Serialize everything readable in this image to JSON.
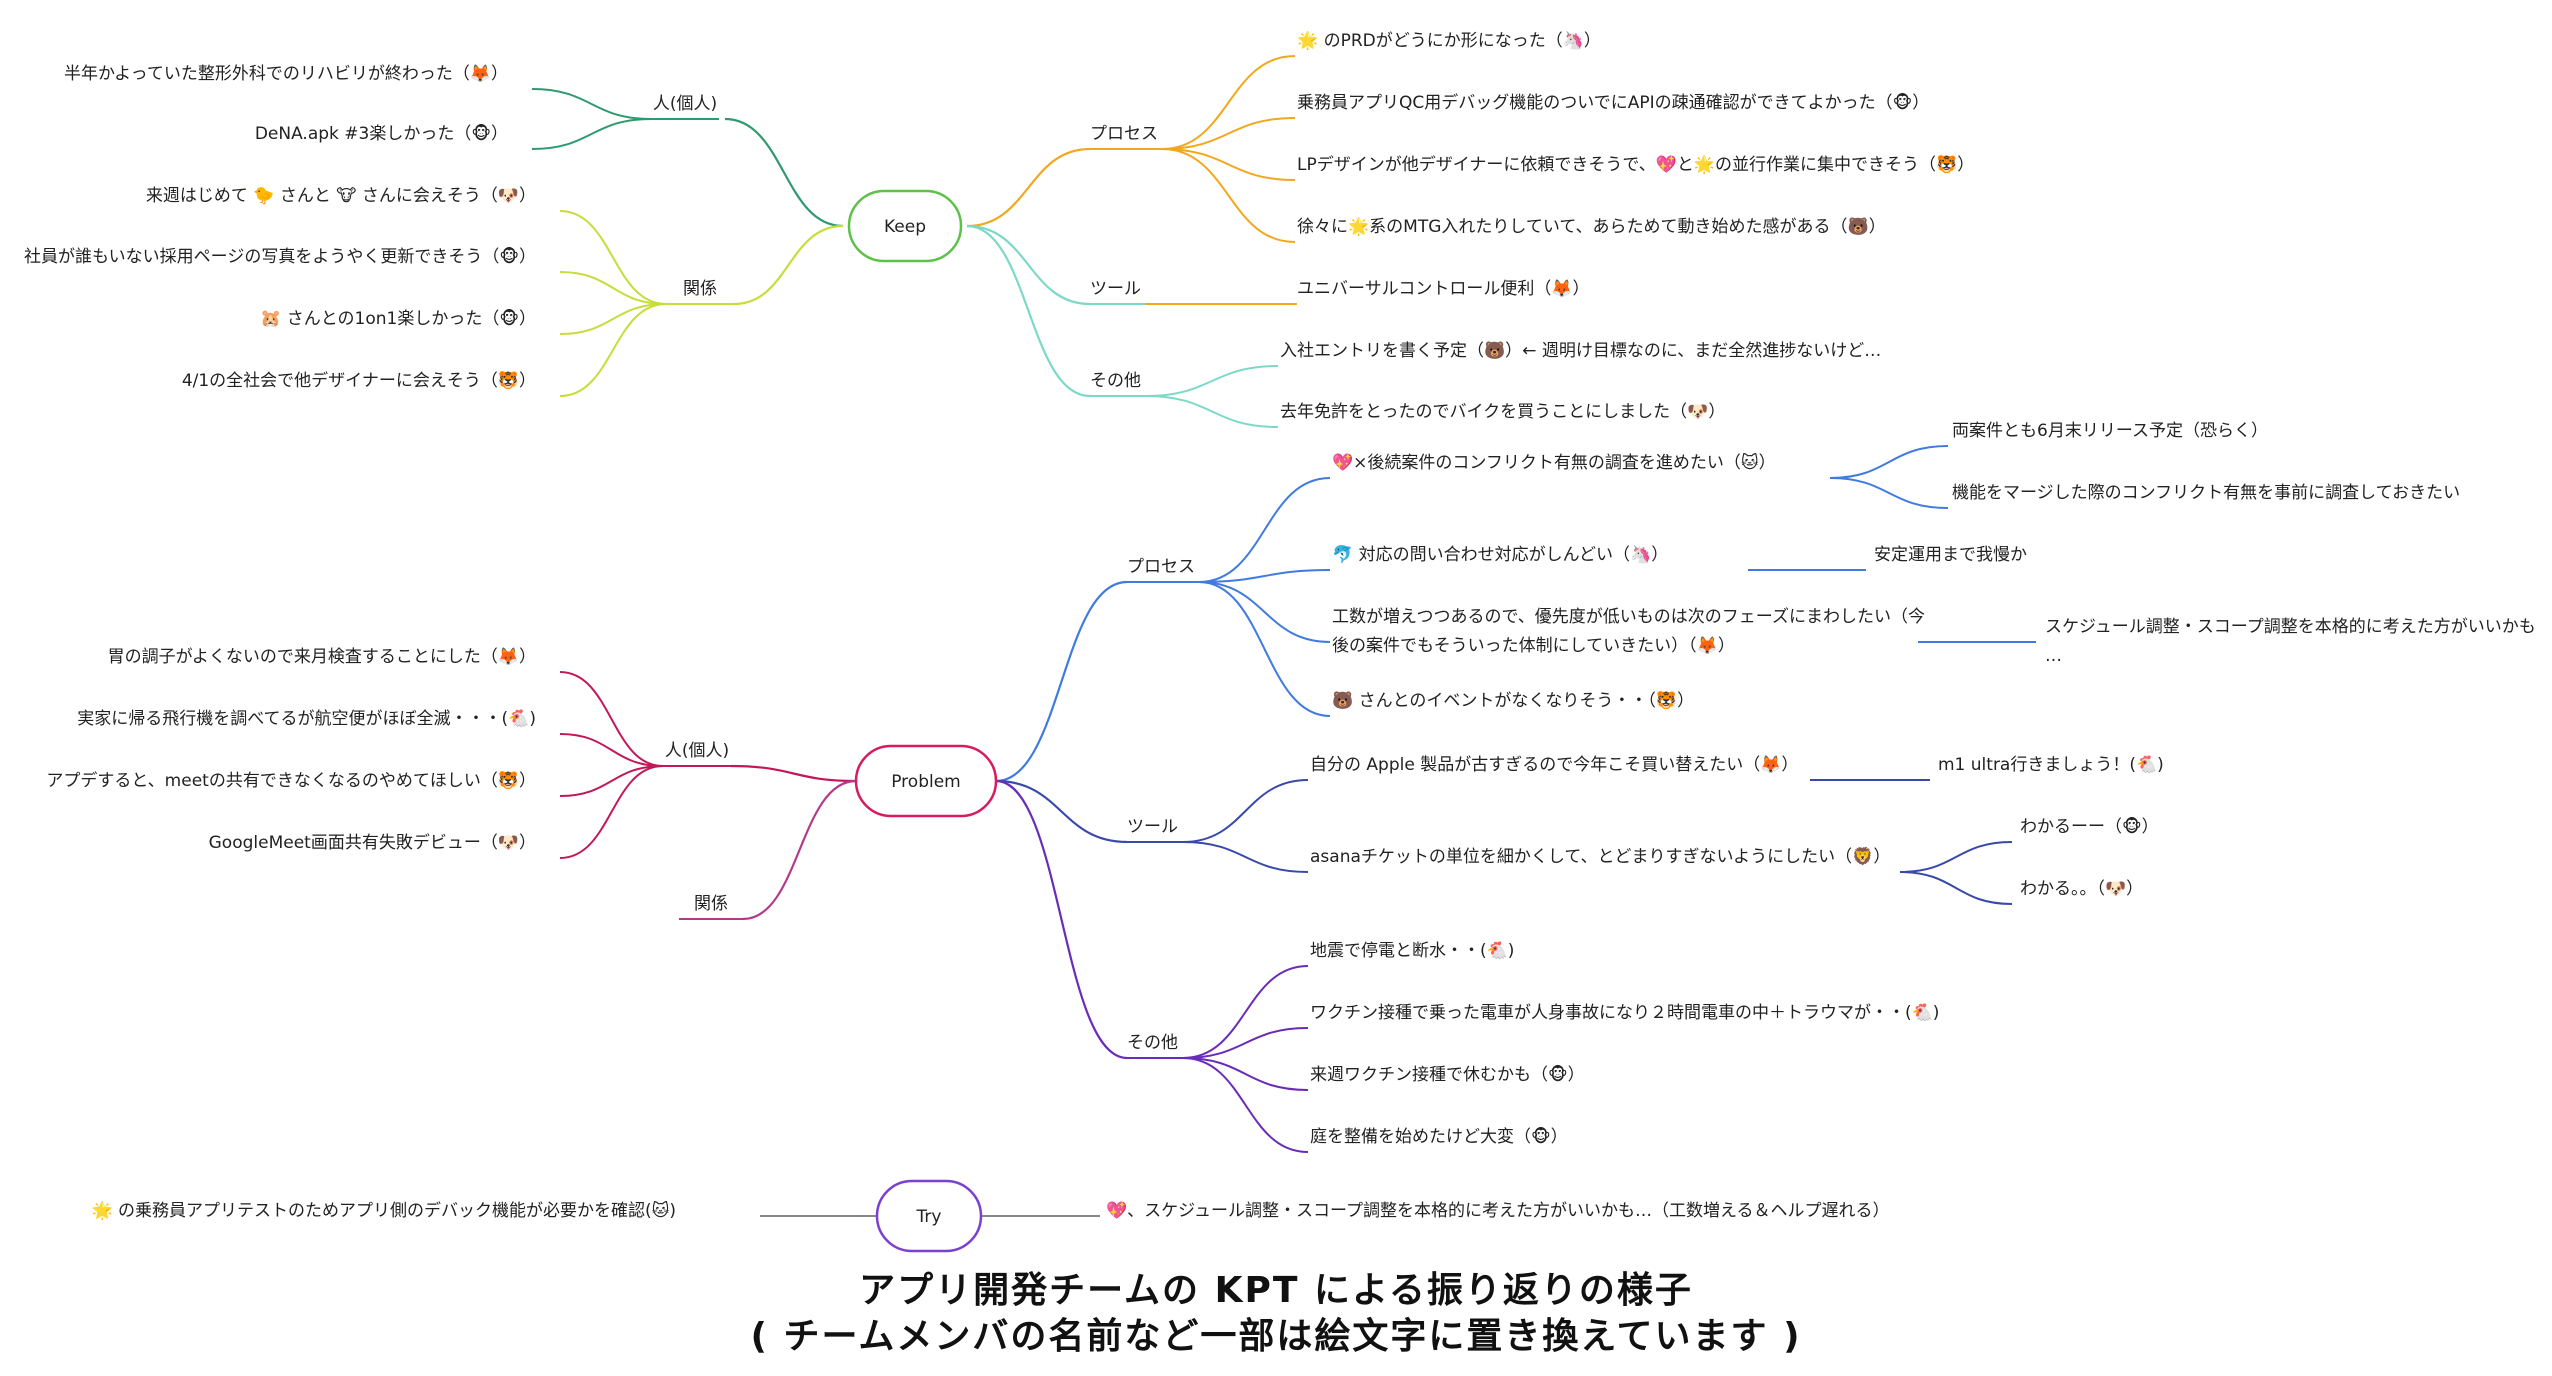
{
  "caption": {
    "line1": "アプリ開発チームの KPT による振り返りの様子",
    "line2": "( チームメンバの名前など一部は絵文字に置き換えています )"
  },
  "colors": {
    "keep": "#5ec24a",
    "keep_person": "#2f9a70",
    "keep_relation": "#c6dd3a",
    "keep_process": "#f2a81d",
    "keep_tool": "#f2a81d",
    "keep_other": "#7dd9c7",
    "problem": "#d81b60",
    "problem_person": "#c2185b",
    "problem_relation": "#b33a8a",
    "problem_process": "#3f7be0",
    "problem_tool": "#3949ab",
    "problem_other": "#6a2bb8",
    "try": "#7b3fd1",
    "try_link": "#888888"
  },
  "mindmap": {
    "roots": [
      {
        "id": "keep",
        "label": "Keep",
        "color_key": "keep",
        "branches": [
          {
            "id": "keep-person",
            "label": "人(個人)",
            "side": "left",
            "color_key": "keep_person",
            "items": [
              "半年かよっていた整形外科でのリハビリが終わった（🦊）",
              "DeNA.apk #3楽しかった（🐵）"
            ]
          },
          {
            "id": "keep-relation",
            "label": "関係",
            "side": "left",
            "color_key": "keep_relation",
            "items": [
              "来週はじめて 🐤 さんと 🐮 さんに会えそう（🐶）",
              "社員が誰もいない採用ページの写真をようやく更新できそう（🐵）",
              "🐹 さんとの1on1楽しかった（🐵）",
              "4/1の全社会で他デザイナーに会えそう（🐯）"
            ]
          },
          {
            "id": "keep-process",
            "label": "プロセス",
            "side": "right",
            "color_key": "keep_process",
            "items": [
              "🌟 のPRDがどうにか形になった（🦄）",
              "乗務員アプリQC用デバッグ機能のついでにAPIの疎通確認ができてよかった（🐵）",
              "LPデザインが他デザイナーに依頼できそうで、💖と🌟の並行作業に集中できそう（🐯）",
              "徐々に🌟系のMTG入れたりしていて、あらためて動き始めた感がある（🐻）"
            ]
          },
          {
            "id": "keep-tool",
            "label": "ツール",
            "side": "right",
            "color_key": "keep_tool",
            "items": [
              "ユニバーサルコントロール便利（🦊）"
            ]
          },
          {
            "id": "keep-other",
            "label": "その他",
            "side": "right",
            "color_key": "keep_other",
            "items": [
              "入社エントリを書く予定（🐻）← 週明け目標なのに、まだ全然進捗ないけど…",
              "去年免許をとったのでバイクを買うことにしました（🐶）"
            ]
          }
        ]
      },
      {
        "id": "problem",
        "label": "Problem",
        "color_key": "problem",
        "branches": [
          {
            "id": "problem-person",
            "label": "人(個人)",
            "side": "left",
            "color_key": "problem_person",
            "items": [
              "胃の調子がよくないので来月検査することにした（🦊）",
              "実家に帰る飛行機を調べてるが航空便がほぼ全滅・・・(🐔)",
              "アプデすると、meetの共有できなくなるのやめてほしい（🐯）",
              "GoogleMeet画面共有失敗デビュー（🐶）"
            ]
          },
          {
            "id": "problem-relation",
            "label": "関係",
            "side": "left",
            "color_key": "problem_relation",
            "items": []
          },
          {
            "id": "problem-process",
            "label": "プロセス",
            "side": "right",
            "color_key": "problem_process",
            "items": [
              {
                "text": "💖×後続案件のコンフリクト有無の調査を進めたい（🐱）",
                "children": [
                  "両案件とも6月末リリース予定（恐らく）",
                  "機能をマージした際のコンフリクト有無を事前に調査しておきたい"
                ]
              },
              {
                "text": "🐬 対応の問い合わせ対応がしんどい（🦄）",
                "children": [
                  "安定運用まで我慢か"
                ]
              },
              {
                "text_lines": [
                  "工数が増えつつあるので、優先度が低いものは次のフェーズにまわしたい（今",
                  "後の案件でもそういった体制にしていきたい）（🦊）"
                ],
                "children_lines": [
                  [
                    "スケジュール調整・スコープ調整を本格的に考えた方がいいかも",
                    "…"
                  ]
                ]
              },
              {
                "text": "🐻 さんとのイベントがなくなりそう・・（🐯）"
              }
            ]
          },
          {
            "id": "problem-tool",
            "label": "ツール",
            "side": "right",
            "color_key": "problem_tool",
            "items": [
              {
                "text": "自分の Apple 製品が古すぎるので今年こそ買い替えたい（🦊）",
                "children": [
                  "m1 ultra行きましょう！(🐔)"
                ]
              },
              {
                "text": "asanaチケットの単位を細かくして、とどまりすぎないようにしたい（🦁）",
                "children": [
                  "わかるーー（🐵）",
                  "わかる。。（🐶）"
                ]
              }
            ]
          },
          {
            "id": "problem-other",
            "label": "その他",
            "side": "right",
            "color_key": "problem_other",
            "items": [
              {
                "text": "地震で停電と断水・・(🐔)"
              },
              {
                "text": "ワクチン接種で乗った電車が人身事故になり２時間電車の中＋トラウマが・・(🐔)"
              },
              {
                "text": "来週ワクチン接種で休むかも（🐵）"
              },
              {
                "text": "庭を整備を始めたけど大変（🐵）"
              }
            ]
          }
        ]
      },
      {
        "id": "try",
        "label": "Try",
        "color_key": "try",
        "left_item": "🌟 の乗務員アプリテストのためアプリ側のデバック機能が必要かを確認(🐱)",
        "right_item": "💖、スケジュール調整・スコープ調整を本格的に考えた方がいいかも…（工数増える＆ヘルプ遅れる）"
      }
    ]
  }
}
